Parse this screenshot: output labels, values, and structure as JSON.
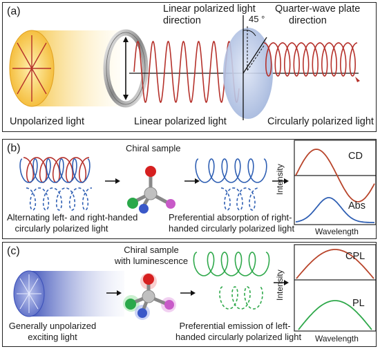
{
  "panel_a": {
    "tag": "(a)",
    "unpolarized_label": "Unpolarized light",
    "linear_direction_label_1": "Linear polarized light",
    "linear_direction_label_2": "direction",
    "angle_label": "45 °",
    "quarter_wave_label_1": "Quarter-wave plate",
    "quarter_wave_label_2": "direction",
    "linear_label": "Linear polarized light",
    "circular_label": "Circularly polarized light"
  },
  "panel_b": {
    "tag": "(b)",
    "chiral_sample_label": "Chiral sample",
    "alternating_label_1": "Alternating left- and right-handed",
    "alternating_label_2": "circularly polarized light",
    "preferential_label_1": "Preferential absorption of right-",
    "preferential_label_2": "handed circularly polarized light",
    "cd_label": "CD",
    "abs_label": "Abs",
    "y_axis_label": "Intensity",
    "x_axis_label": "Wavelength"
  },
  "panel_c": {
    "tag": "(c)",
    "chiral_label_1": "Chiral sample",
    "chiral_label_2": "with luminescence",
    "unpolarized_label_1": "Generally unpolarized",
    "unpolarized_label_2": "exciting light",
    "emission_label_1": "Preferential emission of left-",
    "emission_label_2": "handed circularly polarized light",
    "cpl_label": "CPL",
    "pl_label": "PL",
    "y_axis_label": "Intensity",
    "x_axis_label": "Wavelength"
  },
  "colors": {
    "red_wave": "#b5302a",
    "blue_wave": "#2f5fb3",
    "green_wave": "#2ea84a",
    "dark_red_curve": "#b8442a",
    "yellow_cylinder": "#f7c842",
    "blue_cylinder": "#3a4fb8"
  }
}
